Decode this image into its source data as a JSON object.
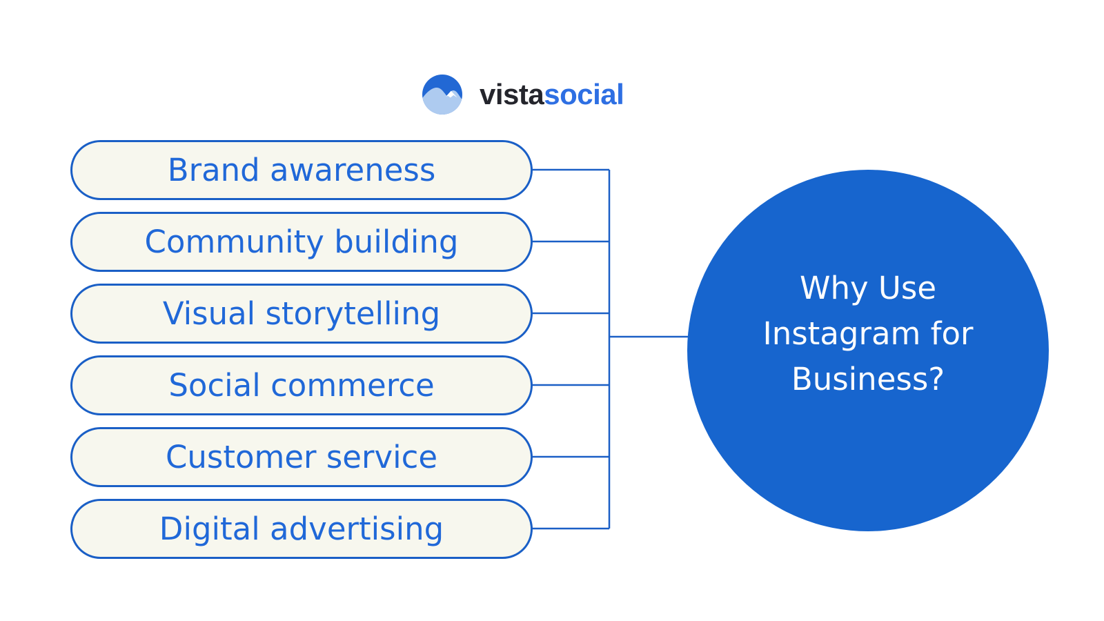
{
  "colors": {
    "line-blue": "#1A5FC6",
    "pill-fill": "#F7F7EE",
    "pill-text": "#2068D8",
    "circle-fill": "#1765CE",
    "circle-text": "#FDFDFD",
    "logo-dark": "#24252C",
    "logo-blue": "#2E6FE3",
    "icon-blue": "#2268D4",
    "icon-light": "#AECBF0",
    "page-bg": "#FFFFFF"
  },
  "logo": {
    "icon": "mountain-circle-icon",
    "part1": "vista",
    "part2": "social"
  },
  "pills": [
    "Brand awareness",
    "Community building",
    "Visual storytelling",
    "Social commerce",
    "Customer service",
    "Digital advertising"
  ],
  "circle": {
    "line1": "Why Use",
    "line2": "Instagram for",
    "line3": "Business?"
  }
}
